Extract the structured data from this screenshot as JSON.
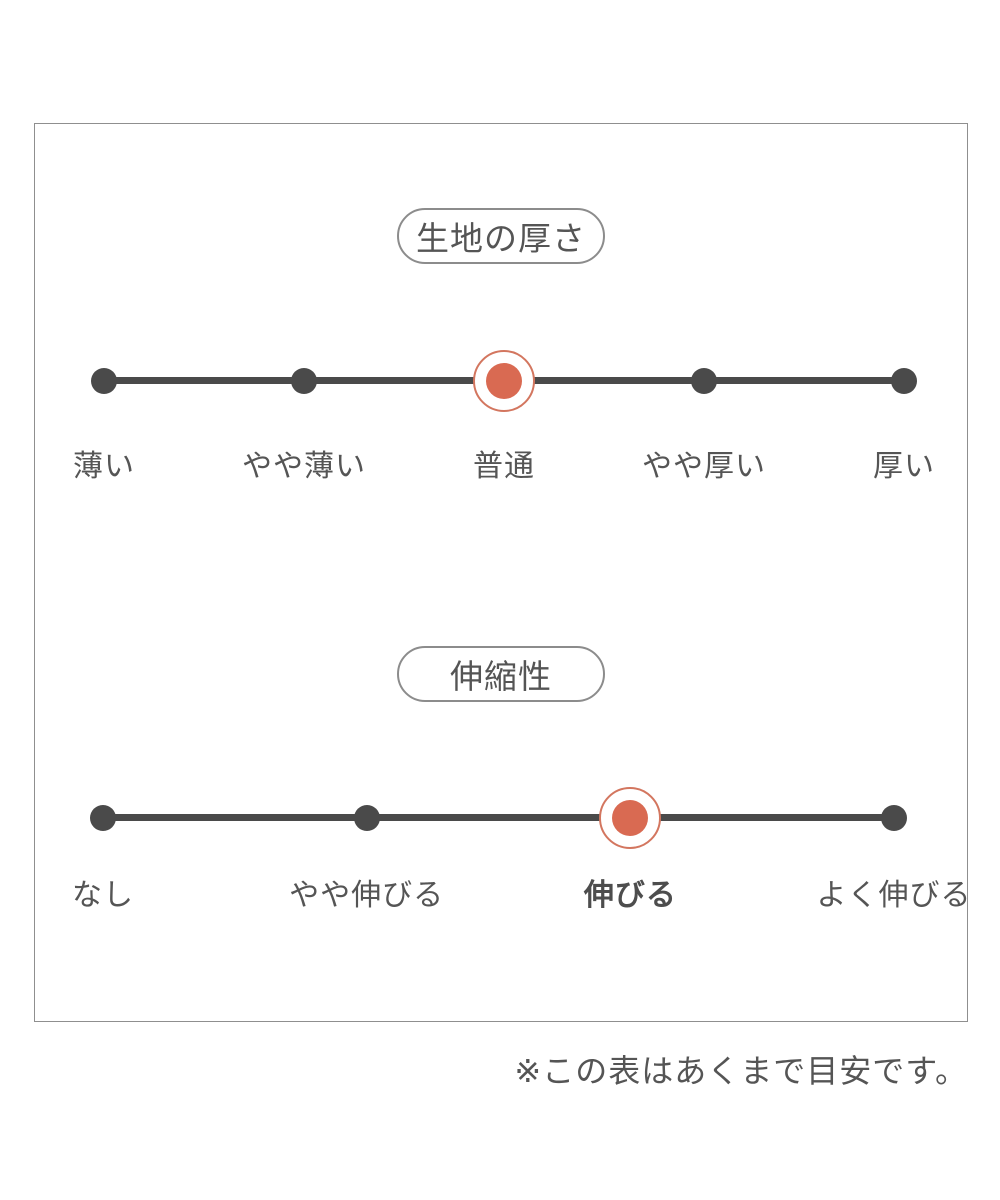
{
  "colors": {
    "accent": "#d96a52",
    "accent_ring": "#d3765f",
    "track": "#4a4a4a",
    "text": "#555555",
    "frame_border": "#8f8f8f"
  },
  "scales": [
    {
      "title": "生地の厚さ",
      "selected_index": 2,
      "options": [
        {
          "label": "薄い",
          "bold": false
        },
        {
          "label": "やや薄い",
          "bold": false
        },
        {
          "label": "普通",
          "bold": false
        },
        {
          "label": "やや厚い",
          "bold": false
        },
        {
          "label": "厚い",
          "bold": false
        }
      ]
    },
    {
      "title": "伸縮性",
      "selected_index": 2,
      "options": [
        {
          "label": "なし",
          "bold": false
        },
        {
          "label": "やや伸びる",
          "bold": false
        },
        {
          "label": "伸びる",
          "bold": true
        },
        {
          "label": "よく伸びる",
          "bold": false
        }
      ]
    }
  ],
  "footnote": "※この表はあくまで目安です。"
}
